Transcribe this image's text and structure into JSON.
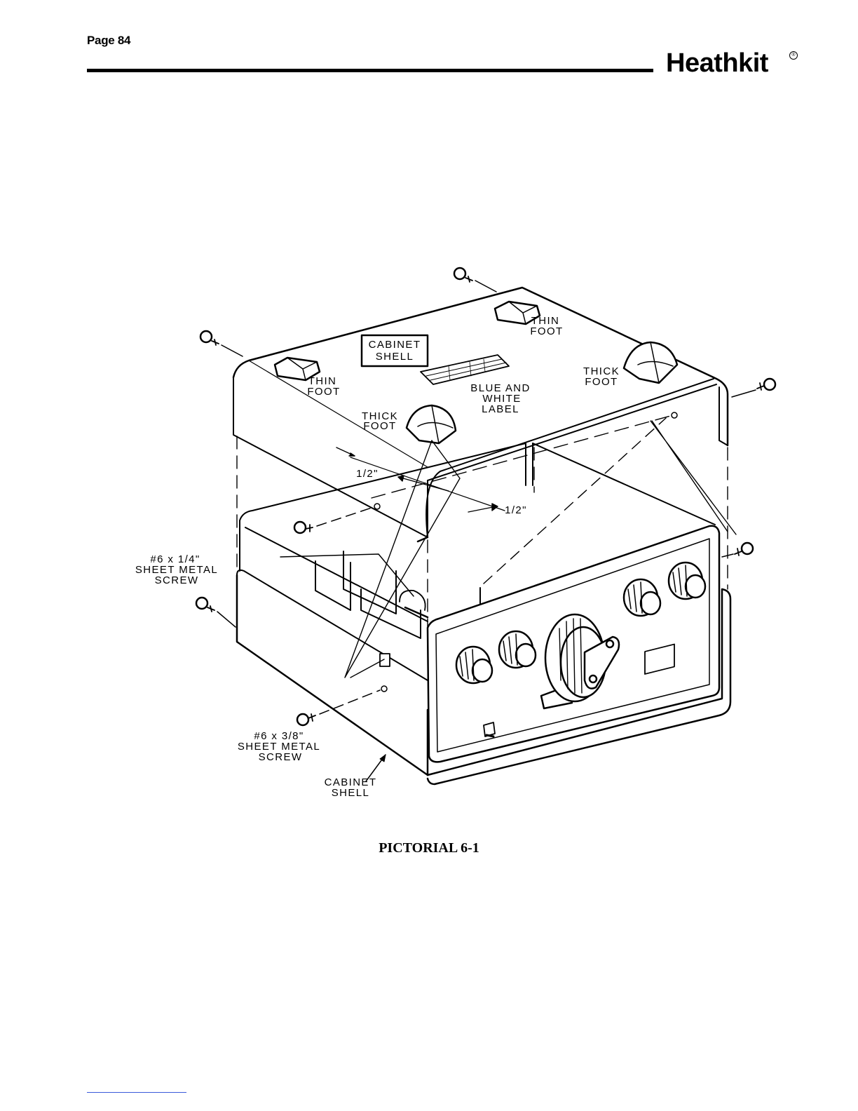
{
  "header": {
    "page_number": "Page 84",
    "brand": "Heathkit",
    "brand_mark": "®"
  },
  "pictorial": {
    "labels": {
      "cabinet_shell_top": [
        "CABINET",
        "SHELL"
      ],
      "thin_foot_left": [
        "THIN",
        "FOOT"
      ],
      "thin_foot_right": [
        "THIN",
        "FOOT"
      ],
      "thick_foot_right": [
        "THICK",
        "FOOT"
      ],
      "thick_foot_front": [
        "THICK",
        "FOOT"
      ],
      "blue_white_label": [
        "BLUE AND",
        "WHITE",
        "LABEL"
      ],
      "dim_left": "1/2\"",
      "dim_right": "1/2\"",
      "screw_quarter": [
        "#6 x 1/4\"",
        "SHEET METAL",
        "SCREW"
      ],
      "screw_three_eighths": [
        "#6 x 3/8\"",
        "SHEET METAL",
        "SCREW"
      ],
      "cabinet_shell_bottom": [
        "CABINET",
        "SHELL"
      ]
    }
  },
  "caption": "PICTORIAL 6-1",
  "colors": {
    "ink": "#000000",
    "paper": "#ffffff",
    "link": "#3b5bdb"
  }
}
